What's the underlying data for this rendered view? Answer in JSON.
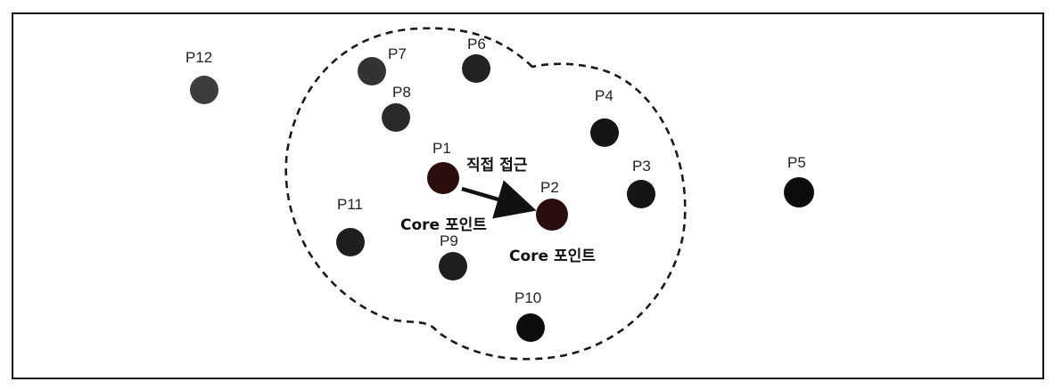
{
  "points": [
    {
      "id": "p1",
      "label": "P1",
      "color": "#2a0d0d"
    },
    {
      "id": "p2",
      "label": "P2",
      "color": "#2a0d0d"
    },
    {
      "id": "p3",
      "label": "P3",
      "color": "#151515"
    },
    {
      "id": "p4",
      "label": "P4",
      "color": "#151515"
    },
    {
      "id": "p5",
      "label": "P5",
      "color": "#0d0d0d"
    },
    {
      "id": "p6",
      "label": "P6",
      "color": "#222222"
    },
    {
      "id": "p7",
      "label": "P7",
      "color": "#333333"
    },
    {
      "id": "p8",
      "label": "P8",
      "color": "#2a2a2a"
    },
    {
      "id": "p9",
      "label": "P9",
      "color": "#1e1e1e"
    },
    {
      "id": "p10",
      "label": "P10",
      "color": "#0d0d0d"
    },
    {
      "id": "p11",
      "label": "P11",
      "color": "#1e1e1e"
    },
    {
      "id": "p12",
      "label": "P12",
      "color": "#3d3d3d"
    }
  ],
  "annotations": {
    "direct_access": "직접 접근",
    "core_point_p1": "Core 포인트",
    "core_point_p2": "Core 포인트"
  },
  "colors": {
    "border": "#111111",
    "boundary": "#1a1a1a",
    "arrow": "#111111",
    "text": "#222222"
  }
}
